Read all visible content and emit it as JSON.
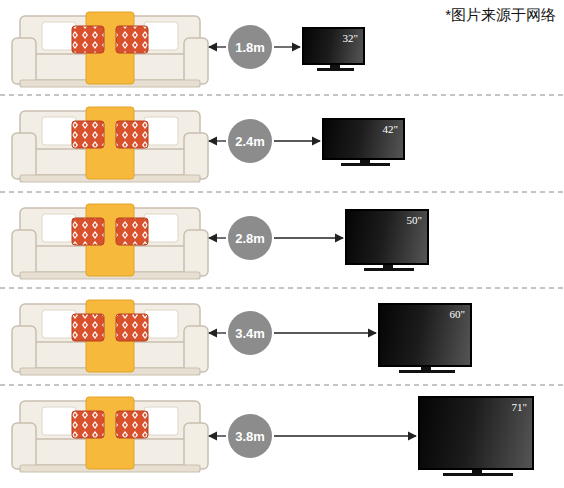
{
  "diagram": {
    "nodes": [
      {
        "text": [
          "1.8m"
        ]
      },
      {
        "text": [
          "32\""
        ]
      },
      {
        "text": [
          "2.4m"
        ]
      },
      {
        "text": [
          "42\""
        ]
      },
      {
        "text": [
          "2.8m"
        ]
      },
      {
        "text": [
          "50\""
        ]
      },
      {
        "text": [
          "3.4m"
        ]
      },
      {
        "text": [
          "60\""
        ]
      },
      {
        "text": [
          "3.8m"
        ]
      },
      {
        "text": [
          "71\""
        ]
      }
    ],
    "edges": [
      {
        "from": 0,
        "to": 1,
        "arrow": "to"
      },
      {
        "from": 2,
        "to": 3,
        "arrow": "to"
      },
      {
        "from": 4,
        "to": 5,
        "arrow": "to"
      },
      {
        "from": 6,
        "to": 7,
        "arrow": "to"
      },
      {
        "from": 8,
        "to": 9,
        "arrow": "to"
      }
    ],
    "labels": [
      "*图片来源于网络"
    ]
  }
}
